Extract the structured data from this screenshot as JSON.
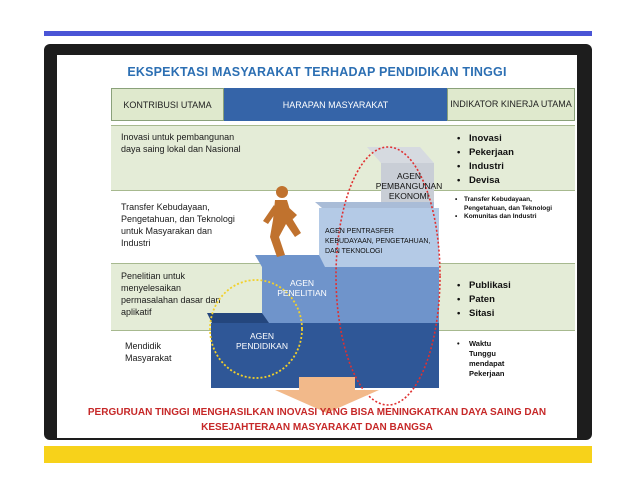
{
  "title": "EKSPEKTASI MASYARAKAT TERHADAP PENDIDIKAN TINGGI",
  "headers": {
    "left": "KONTRIBUSI UTAMA",
    "middle": "HARAPAN MASYARAKAT",
    "right": "INDIKATOR KINERJA UTAMA"
  },
  "contributions": [
    "Inovasi untuk pembangunan daya saing lokal dan Nasional",
    "Transfer Kebudayaan, Pengetahuan, dan Teknologi untuk Masyarakan dan Industri",
    "Penelitian untuk menyelesaikan permasalahan dasar dan aplikatif",
    "Mendidik Masyarakat"
  ],
  "steps": [
    "AGEN PEMBANGUNAN EKONOMI",
    "AGEN PENTRASFER KEBUDAYAAN, PENGETAHUAN, DAN TEKNOLOGI",
    "AGEN PENELITIAN",
    "AGEN PENDIDIKAN"
  ],
  "indicators": {
    "row1": [
      "Inovasi",
      "Pekerjaan",
      "Industri",
      "Devisa"
    ],
    "row2": [
      "Transfer Kebudayaan, Pengetahuan, dan Teknologi",
      "Komunitas dan Industri"
    ],
    "row3": [
      "Publikasi",
      "Paten",
      "Sitasi"
    ],
    "row4": "Waktu Tunggu mendapat Pekerjaan"
  },
  "footer": "PERGURUAN TINGGI MENGHASILKAN INOVASI YANG BISA MENINGKATKAN DAYA SAING DAN KESEJAHTERAAN MASYARAKAT DAN BANGSA",
  "colors": {
    "top_bar": "#4a55d6",
    "bottom_bar": "#f7d21a",
    "title": "#2c6fb3",
    "header_middle": "#3564a8",
    "band": "#e4ecd7",
    "footer_text": "#c62828",
    "step_dark": "#2f5797",
    "step_mid": "#6f94cb",
    "step_light": "#b4cae6",
    "step_top": "#c9ced6",
    "figure": "#c0722e",
    "ellipse_red": "#e03030",
    "ellipse_yellow": "#f2d02a",
    "arrow": "#f2b98a"
  },
  "icons": {
    "climber": "walking-person-icon",
    "arrow": "down-arrow-icon"
  }
}
